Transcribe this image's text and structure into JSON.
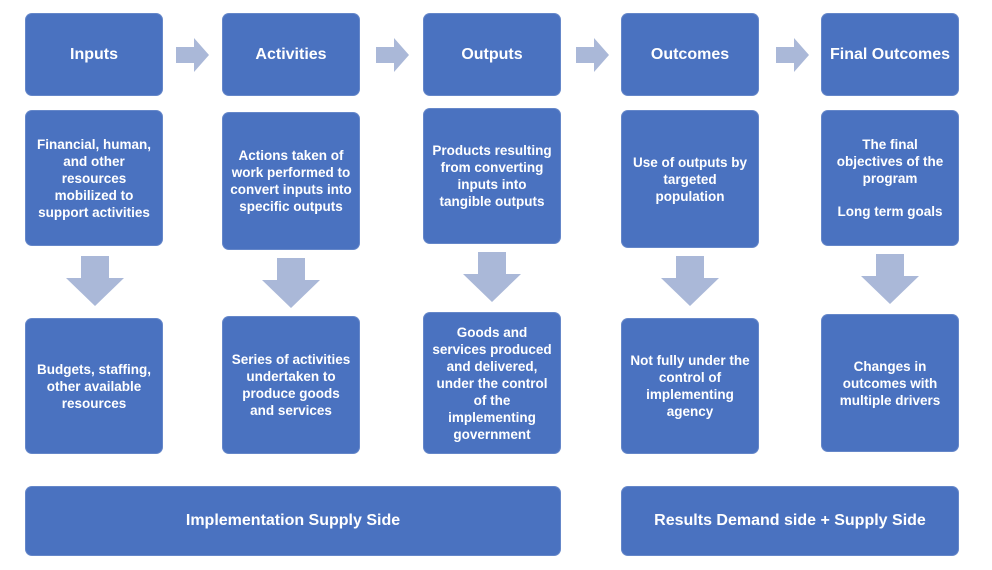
{
  "colors": {
    "box": "#4a72c0",
    "arrow": "#aab8d8"
  },
  "columns": [
    {
      "header": "Inputs",
      "description": [
        "Financial, human, and other resources mobilized to support activities"
      ],
      "result": "Budgets, staffing, other available resources"
    },
    {
      "header": "Activities",
      "description": [
        "Actions taken of work performed to convert inputs into specific outputs"
      ],
      "result": "Series of activities undertaken to produce goods and services"
    },
    {
      "header": "Outputs",
      "description": [
        "Products resulting from converting inputs into tangible outputs"
      ],
      "result": "Goods and services produced and delivered, under the control of the implementing government"
    },
    {
      "header": "Outcomes",
      "description": [
        "Use of outputs by targeted population"
      ],
      "result": "Not fully under the control of implementing agency"
    },
    {
      "header": "Final Outcomes",
      "description": [
        "The final objectives of the program",
        "Long term goals"
      ],
      "result": "Changes in outcomes with multiple drivers"
    }
  ],
  "footer": {
    "left": "Implementation Supply Side",
    "right": "Results Demand side + Supply Side"
  }
}
